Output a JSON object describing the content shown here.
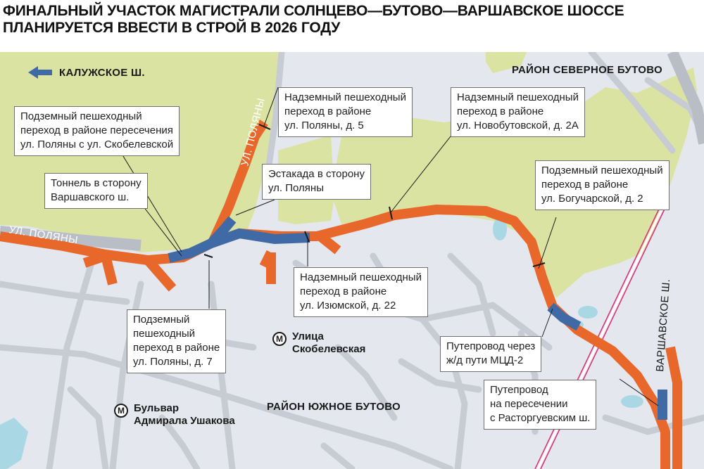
{
  "headline": {
    "line1": "ФИНАЛЬНЫЙ УЧАСТОК МАГИСТРАЛИ СОЛНЦЕВО—БУТОВО—ВАРШАВСКОЕ ШОССЕ",
    "line2": "ПЛАНИРУЕТСЯ ВВЕСТИ В СТРОЙ В 2026 ГОДУ"
  },
  "colors": {
    "road_new": "#e8672a",
    "tunnel": "#3f6aa6",
    "park": "#dbe3a3",
    "background": "#e4e8ee",
    "streets": "#c7cbd3",
    "water": "#a9d7e4",
    "railway": "#d9337a"
  },
  "direction": {
    "label": "КАЛУЖСКОЕ Ш.",
    "icon": "arrow-left-icon"
  },
  "districts": {
    "north": "РАЙОН СЕВЕРНОЕ БУТОВО",
    "south": "РАЙОН ЮЖНОЕ БУТОВО"
  },
  "streets": {
    "polyany_vertical": "УЛ. ПОЛЯНЫ",
    "polyany_left": "УЛ. ПОЛЯНЫ",
    "varshavskoe": "ВАРШАВСКОЕ Ш."
  },
  "metro": [
    {
      "icon": "metro-icon",
      "letter": "М",
      "line1": "Улица",
      "line2": "Скобелевская"
    },
    {
      "icon": "metro-icon",
      "letter": "М",
      "line1": "Бульвар",
      "line2": "Адмирала Ушакова"
    }
  ],
  "callouts": {
    "c1": [
      "Подземный пешеходный",
      "переход в районе пересечения",
      "ул. Поляны с ул. Скобелевской"
    ],
    "c2": [
      "Надземный пешеходный",
      "переход в районе",
      "ул. Поляны, д. 5"
    ],
    "c3": [
      "Надземный пешеходный",
      "переход в районе",
      "ул. Новобутовской, д. 2А"
    ],
    "c4": [
      "Тоннель в сторону",
      "Варшавского ш."
    ],
    "c5": [
      "Эстакада в сторону",
      "ул. Поляны"
    ],
    "c6": [
      "Подземный пешеходный",
      "переход в районе",
      "ул. Богучарской, д. 2"
    ],
    "c7": [
      "Надземный пешеходный",
      "переход в районе",
      "ул. Изюмской, д. 22"
    ],
    "c8": [
      "Подземный",
      "пешеходный",
      "переход в районе",
      "ул. Поляны, д. 7"
    ],
    "c9": [
      "Путепровод через",
      "ж/д пути МЦД-2"
    ],
    "c10": [
      "Путепровод",
      "на пересечении",
      "с Расторгуевским ш."
    ]
  }
}
